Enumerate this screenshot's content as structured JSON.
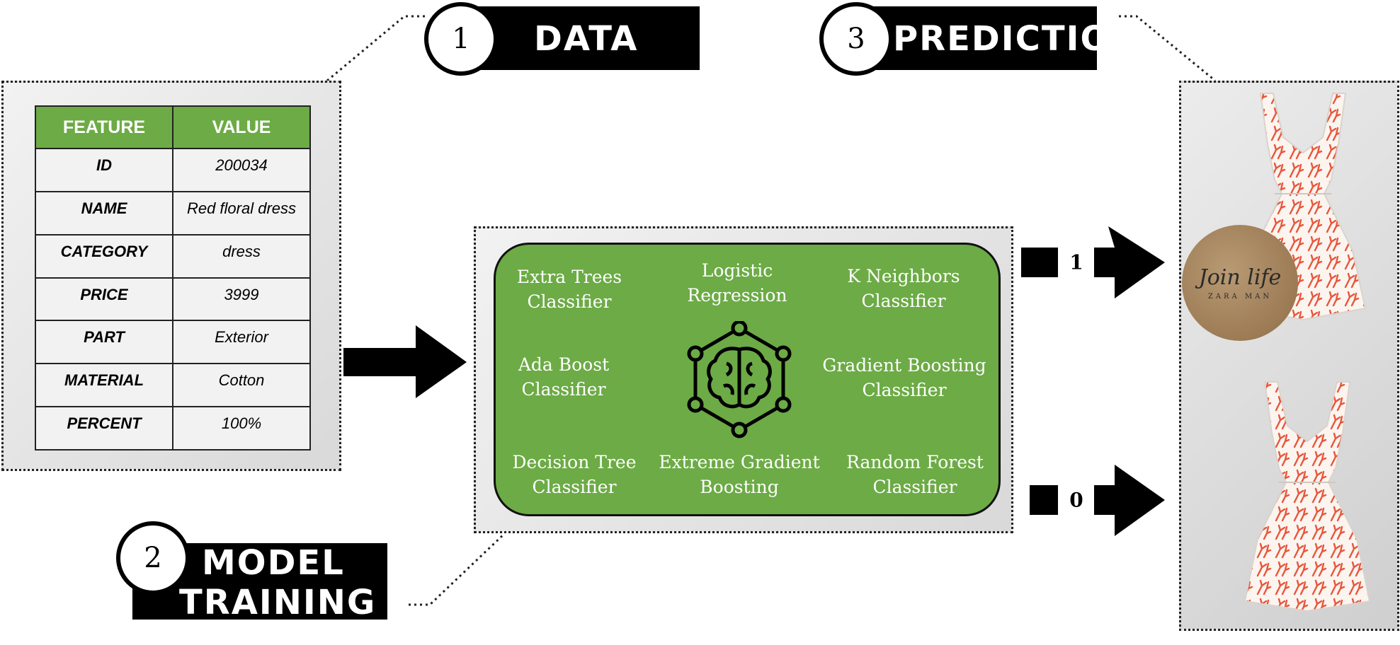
{
  "steps": [
    {
      "number": "1",
      "label": "DATA"
    },
    {
      "number": "2",
      "label_line1": "MODEL",
      "label_line2": "TRAINING"
    },
    {
      "number": "3",
      "label": "PREDICTION"
    }
  ],
  "data_table": {
    "headers": [
      "FEATURE",
      "VALUE"
    ],
    "rows": [
      {
        "feature": "ID",
        "value": "200034"
      },
      {
        "feature": "NAME",
        "value": "Red floral dress"
      },
      {
        "feature": "CATEGORY",
        "value": "dress"
      },
      {
        "feature": "PRICE",
        "value": "3999"
      },
      {
        "feature": "PART",
        "value": "Exterior"
      },
      {
        "feature": "MATERIAL",
        "value": "Cotton"
      },
      {
        "feature": "PERCENT",
        "value": "100%"
      }
    ]
  },
  "model": {
    "classifiers": [
      {
        "line1": "Extra Trees",
        "line2": "Classifier"
      },
      {
        "line1": "Logistic",
        "line2": "Regression"
      },
      {
        "line1": "K Neighbors",
        "line2": "Classifier"
      },
      {
        "line1": "Ada Boost",
        "line2": "Classifier"
      },
      {
        "line1": "Gradient Boosting",
        "line2": "Classifier"
      },
      {
        "line1": "Decision Tree",
        "line2": "Classifier"
      },
      {
        "line1": "Extreme Gradient",
        "line2": "Boosting"
      },
      {
        "line1": "Random Forest",
        "line2": "Classifier"
      }
    ],
    "center_icon": "brain-network-icon"
  },
  "predictions": [
    {
      "label": "1"
    },
    {
      "label": "0"
    }
  ],
  "tag": {
    "script": "Join life",
    "brand": "ZARA MAN"
  },
  "colors": {
    "green": "#6cab45",
    "black": "#000000",
    "panel_gray": "#d9d9d9",
    "dress_red": "#e8553b"
  }
}
